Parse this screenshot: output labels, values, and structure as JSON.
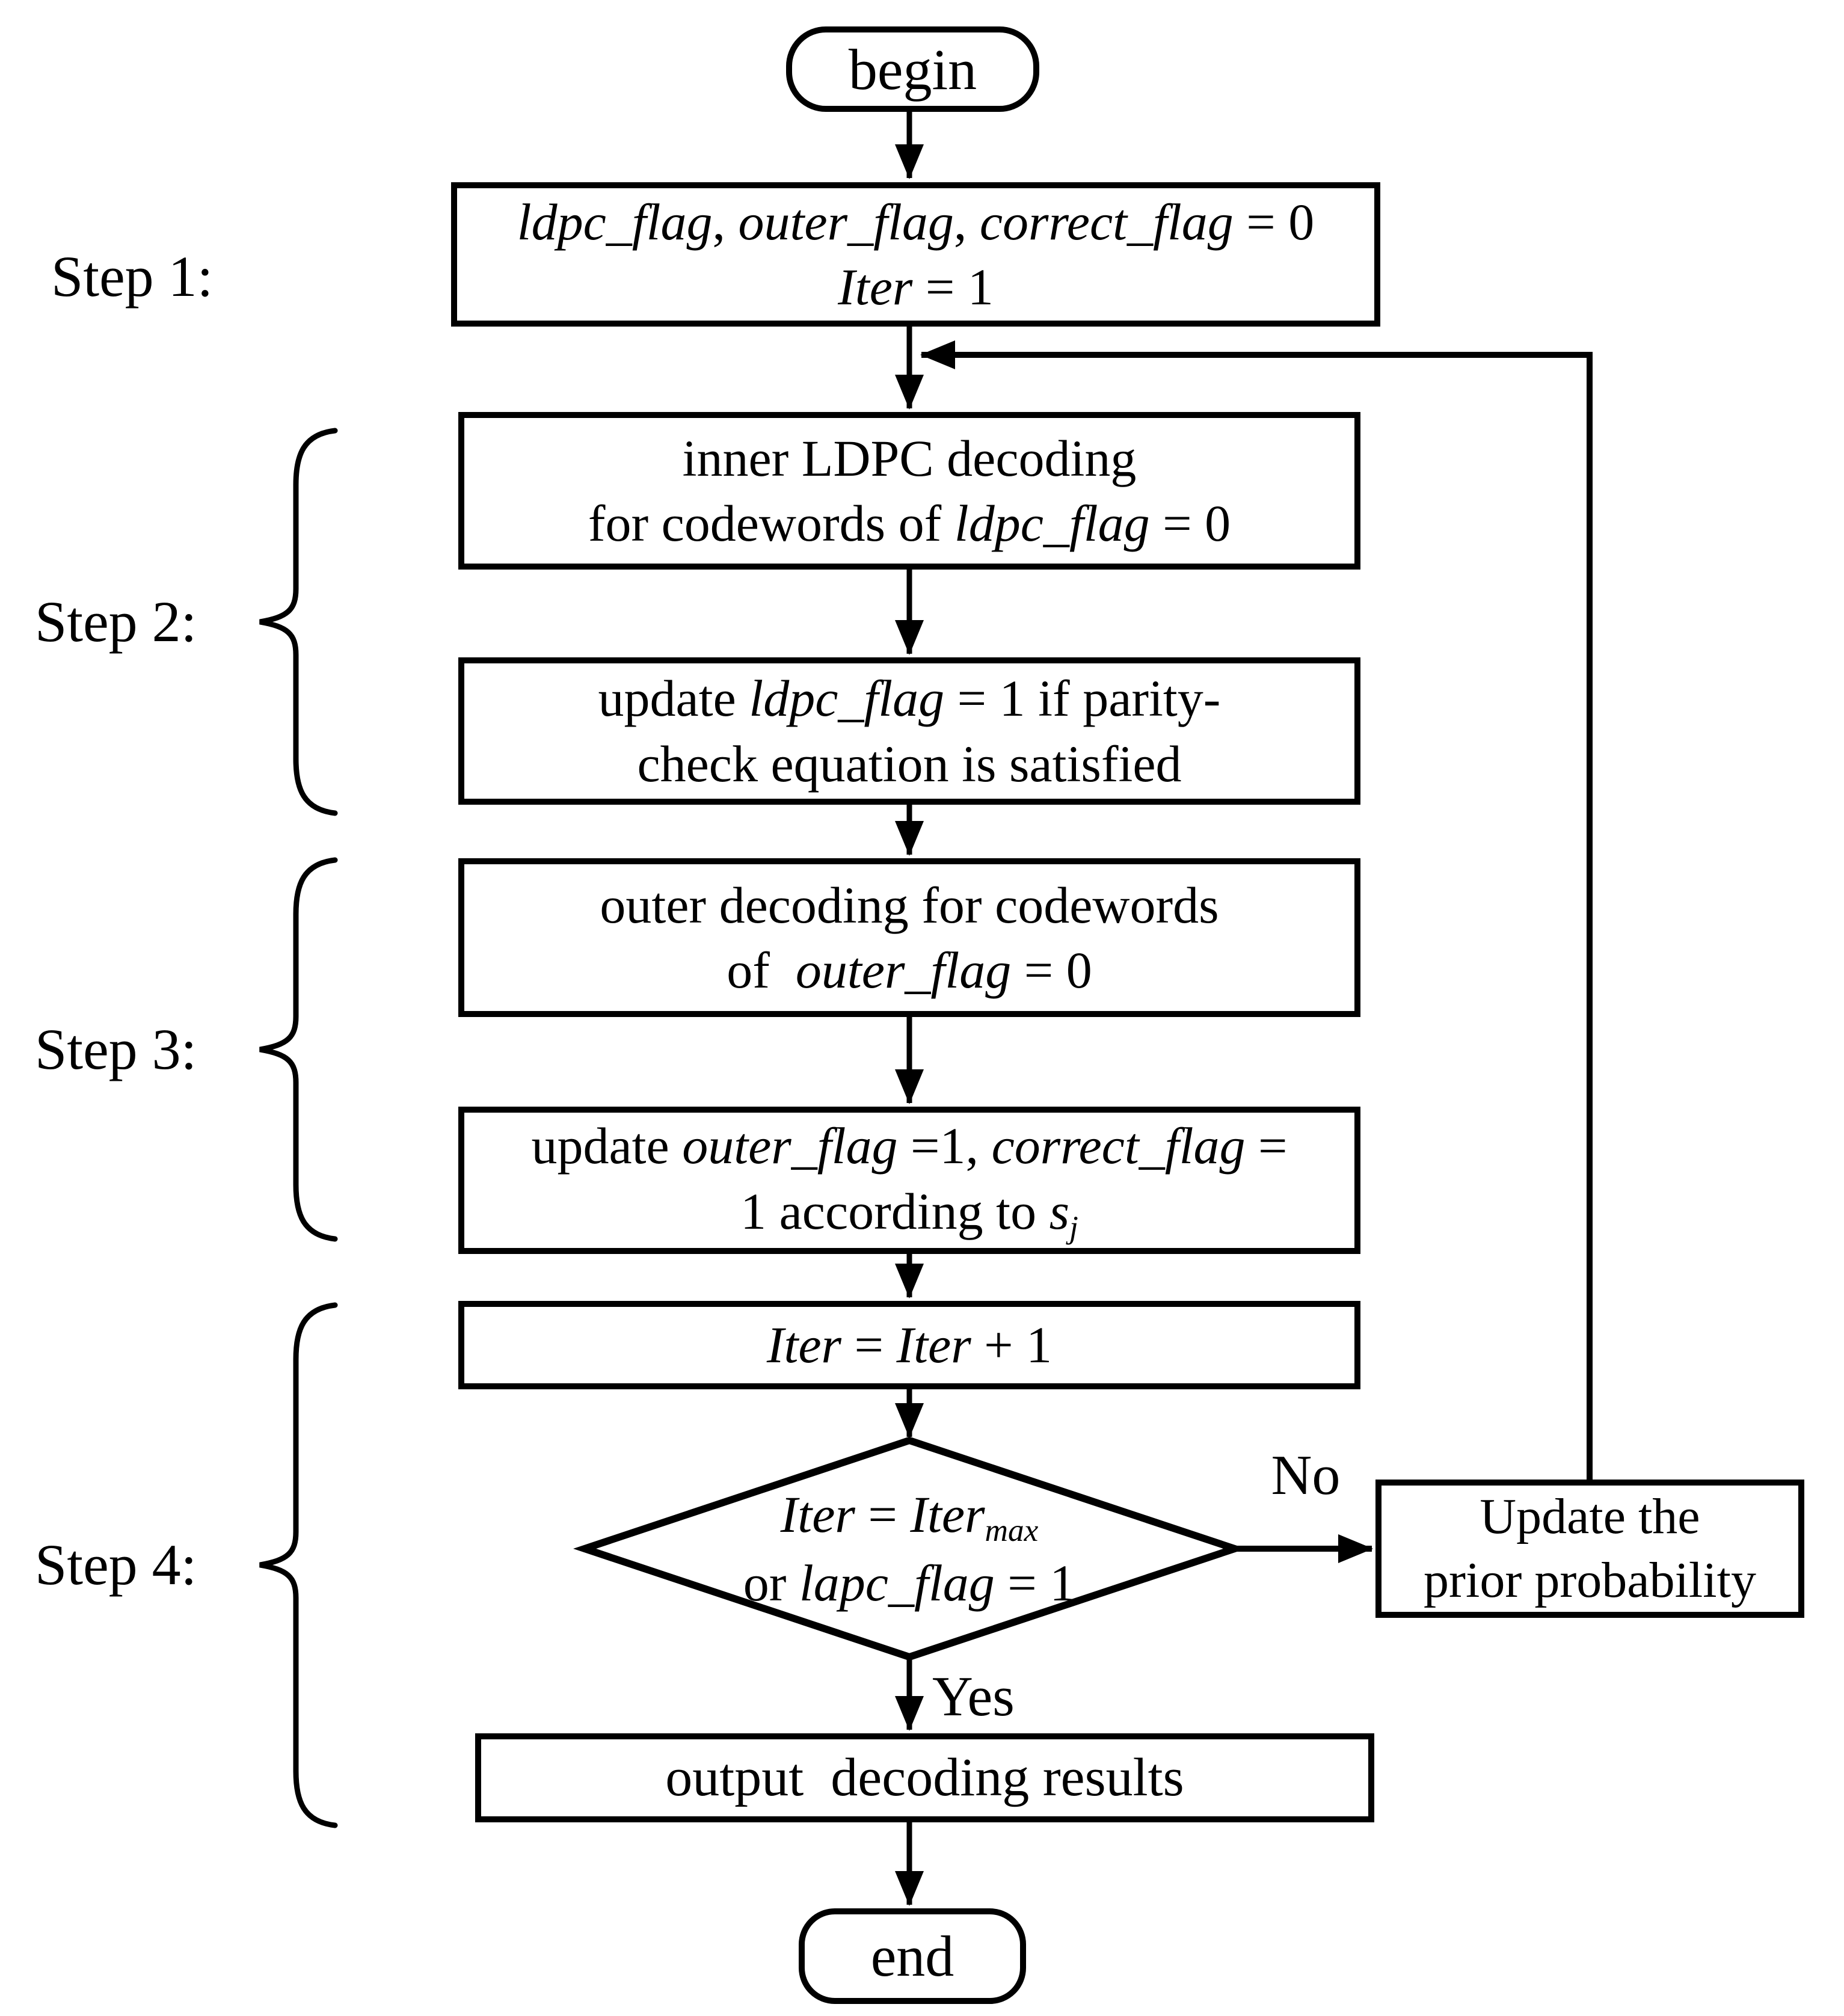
{
  "step_labels": [
    "Step 1:",
    "Step 2:",
    "Step 3:",
    "Step 4:"
  ],
  "terminals": {
    "begin": "begin",
    "end": "end"
  },
  "edge_labels": {
    "no": "No",
    "yes": "Yes"
  },
  "colors": {
    "stroke": "#000000",
    "background": "#ffffff"
  },
  "nodes": {
    "init": {
      "lines": [
        [
          {
            "t": "ldpc_flag",
            "st": "i"
          },
          {
            "t": ", ",
            "st": "r"
          },
          {
            "t": "outer_flag",
            "st": "i"
          },
          {
            "t": ", ",
            "st": "r"
          },
          {
            "t": "correct_flag",
            "st": "i"
          },
          {
            "t": " = 0",
            "st": "r"
          }
        ],
        [
          {
            "t": "Iter",
            "st": "i"
          },
          {
            "t": " = 1",
            "st": "r"
          }
        ]
      ]
    },
    "inner_decoding": {
      "lines": [
        [
          {
            "t": "inner LDPC decoding",
            "st": "r"
          }
        ],
        [
          {
            "t": "for codewords of ",
            "st": "r"
          },
          {
            "t": "ldpc_flag",
            "st": "i"
          },
          {
            "t": " = 0",
            "st": "r"
          }
        ]
      ]
    },
    "update_ldpc": {
      "lines": [
        [
          {
            "t": "update ",
            "st": "r"
          },
          {
            "t": "ldpc_flag",
            "st": "i"
          },
          {
            "t": " = 1 if parity-",
            "st": "r"
          }
        ],
        [
          {
            "t": "check equation is satisfied",
            "st": "r"
          }
        ]
      ]
    },
    "outer_decoding": {
      "lines": [
        [
          {
            "t": "outer decoding for codewords",
            "st": "r"
          }
        ],
        [
          {
            "t": "of  ",
            "st": "r"
          },
          {
            "t": "outer_flag",
            "st": "i"
          },
          {
            "t": " = 0",
            "st": "r"
          }
        ]
      ]
    },
    "update_outer": {
      "lines": [
        [
          {
            "t": "update ",
            "st": "r"
          },
          {
            "t": "outer_flag",
            "st": "i"
          },
          {
            "t": " =1, ",
            "st": "r"
          },
          {
            "t": "correct_flag",
            "st": "i"
          },
          {
            "t": " =",
            "st": "r"
          }
        ],
        [
          {
            "t": "1 according to ",
            "st": "r"
          },
          {
            "t": "s",
            "st": "i"
          },
          {
            "t": "j",
            "st": "isub"
          }
        ]
      ]
    },
    "iterate": {
      "lines": [
        [
          {
            "t": "Iter",
            "st": "i"
          },
          {
            "t": " = ",
            "st": "r"
          },
          {
            "t": "Iter",
            "st": "i"
          },
          {
            "t": " + 1",
            "st": "r"
          }
        ]
      ]
    },
    "decision": {
      "lines": [
        [
          {
            "t": "Iter",
            "st": "i"
          },
          {
            "t": " = ",
            "st": "r"
          },
          {
            "t": "Iter",
            "st": "i"
          },
          {
            "t": "max",
            "st": "isub"
          }
        ],
        [
          {
            "t": "or ",
            "st": "r"
          },
          {
            "t": "lapc_flag",
            "st": "i"
          },
          {
            "t": " = 1",
            "st": "r"
          }
        ]
      ]
    },
    "update_prior": {
      "lines": [
        [
          {
            "t": "Update the",
            "st": "r"
          }
        ],
        [
          {
            "t": "prior probability",
            "st": "r"
          }
        ]
      ]
    },
    "output": {
      "lines": [
        [
          {
            "t": "output  decoding results",
            "st": "r"
          }
        ]
      ]
    }
  }
}
